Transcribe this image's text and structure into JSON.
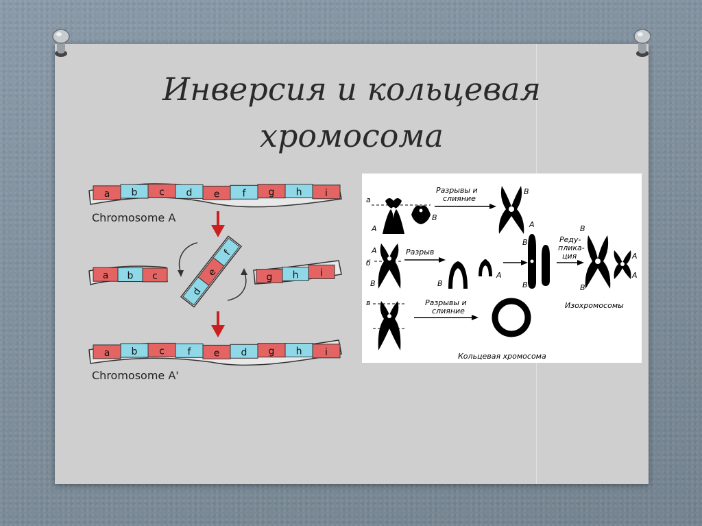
{
  "title": {
    "line1": "Инверсия и кольцевая",
    "line2": "хромосома"
  },
  "inversion_diagram": {
    "chromosome_a_label": "Chromosome A",
    "chromosome_a_prime_label": "Chromosome A'",
    "row1_genes": [
      "a",
      "b",
      "c",
      "d",
      "e",
      "f",
      "g",
      "h",
      "i"
    ],
    "row2_left_genes": [
      "a",
      "b",
      "c"
    ],
    "row2_middle_genes": [
      "d",
      "e",
      "f"
    ],
    "row2_right_genes": [
      "g",
      "h",
      "i"
    ],
    "row3_genes": [
      "a",
      "b",
      "c",
      "f",
      "e",
      "d",
      "g",
      "h",
      "i"
    ],
    "colors": {
      "red_segment": "#e46464",
      "blue_segment": "#8fd8e8",
      "arrow": "#cc1f1f"
    }
  },
  "panel": {
    "label_a_top": "a",
    "label_b_mid": "б",
    "label_v_bot": "в",
    "letter_A": "A",
    "letter_B": "B",
    "breaks_and_fusion_1": "Разрывы и",
    "breaks_and_fusion_2": "слияние",
    "break": "Разрыв",
    "reduplication_1": "Реду-",
    "reduplication_2": "пликa-",
    "reduplication_3": "ция",
    "isochromosomes": "Изохромосомы",
    "ring_chromosome": "Кольцевая хромосома"
  }
}
